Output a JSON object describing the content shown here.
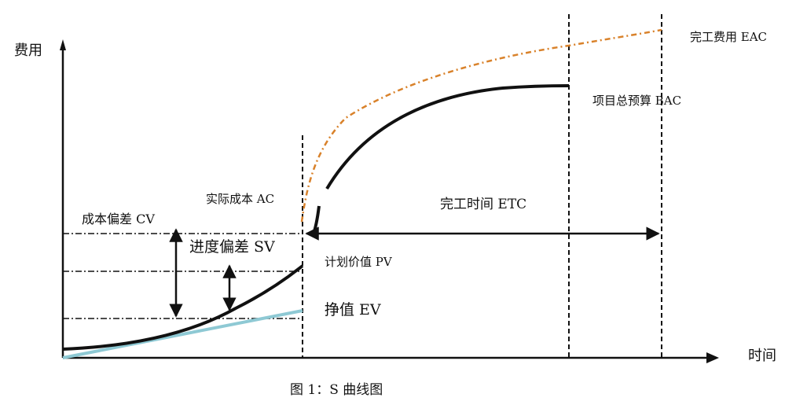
{
  "axes": {
    "y_label": "费用",
    "x_label": "时间"
  },
  "labels": {
    "eac": "完工费用 EAC",
    "bac": "项目总预算 BAC",
    "ac": "实际成本 AC",
    "etc": "完工时间 ETC",
    "cv": "成本偏差 CV",
    "sv": "进度偏差 SV",
    "pv": "计划价值 PV",
    "ev": "挣值 EV"
  },
  "caption": "图 1：S 曲线图",
  "colors": {
    "ink": "#111111",
    "ac_curve": "#d9822b",
    "ev_line": "#8ec9d4"
  }
}
